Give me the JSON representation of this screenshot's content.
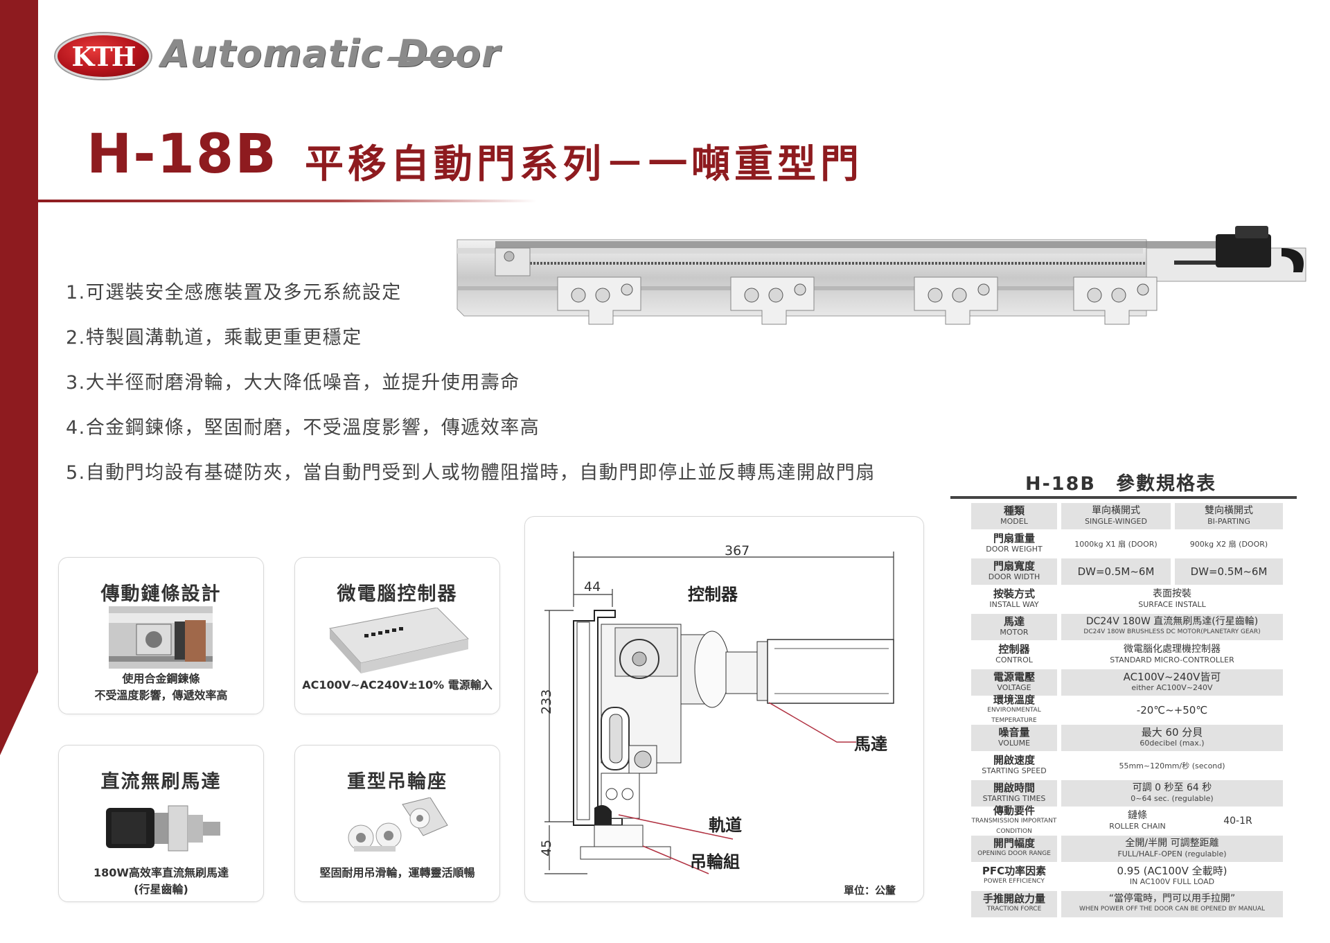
{
  "brand": {
    "logo_letters": "KTH",
    "logo_text": "Automatic Door",
    "brand_red": "#8e1b1f"
  },
  "title": {
    "model": "H-18B",
    "name": "平移自動門系列－一噸重型門"
  },
  "features": [
    "1.可選裝安全感應裝置及多元系統設定",
    "2.特製圓溝軌道，乘載更重更穩定",
    "3.大半徑耐磨滑輪，大大降低噪音，並提升使用壽命",
    "4.合金鋼鍊條，堅固耐磨，不受溫度影響，傳遞效率高",
    "5.自動門均設有基礎防夾，當自動門受到人或物體阻擋時，自動門即停止並反轉馬達開啟門扇"
  ],
  "cards": {
    "chain": {
      "title": "傳動鏈條設計",
      "caption_line1": "使用合金鋼鍊條",
      "caption_line2": "不受溫度影響，傳遞效率高"
    },
    "controller": {
      "title": "微電腦控制器",
      "caption_line1": "AC100V~AC240V±10% 電源輸入"
    },
    "motor": {
      "title": "直流無刷馬達",
      "caption_line1": "180W高效率直流無刷馬達",
      "caption_line2": "(行星齒輪)"
    },
    "hanger": {
      "title": "重型吊輪座",
      "caption_line1": "堅固耐用吊滑輪，運轉靈活順暢"
    }
  },
  "diagram": {
    "dim_width": "367",
    "dim_offset": "44",
    "dim_height": "233",
    "dim_bottom": "45",
    "label_controller": "控制器",
    "label_motor": "馬達",
    "label_track": "軌道",
    "label_hanger": "吊輪組",
    "unit": "單位：公釐"
  },
  "spec": {
    "title": "H-18B　參數規格表",
    "rows": [
      {
        "cn": "種類",
        "en": "MODEL",
        "v1": "單向橫開式",
        "v1b": "SINGLE-WINGED",
        "v2": "雙向橫開式",
        "v2b": "BI-PARTING"
      },
      {
        "cn": "門扇重量",
        "en": "DOOR WEIGHT",
        "v1": "1000kg X1 扇 (DOOR)",
        "v2": "900kg X2 扇 (DOOR)"
      },
      {
        "cn": "門扇寬度",
        "en": "DOOR WIDTH",
        "v1": "DW=0.5M~6M",
        "v2": "DW=0.5M~6M"
      },
      {
        "cn": "按裝方式",
        "en": "INSTALL WAY",
        "v": "表面按裝",
        "vb": "SURFACE INSTALL"
      },
      {
        "cn": "馬達",
        "en": "MOTOR",
        "v": "DC24V 180W 直流無刷馬達(行星齒輪)",
        "vb": "DC24V 180W BRUSHLESS DC MOTOR(PLANETARY GEAR)"
      },
      {
        "cn": "控制器",
        "en": "CONTROL",
        "v": "微電腦化處理機控制器",
        "vb": "STANDARD  MICRO-CONTROLLER"
      },
      {
        "cn": "電源電壓",
        "en": "VOLTAGE",
        "v": "AC100V~240V皆可",
        "vb": "either AC100V~240V"
      },
      {
        "cn": "環境溫度",
        "en": "ENVIRONMENTAL TEMPERATURE",
        "v": "-20℃~+50℃"
      },
      {
        "cn": "噪音量",
        "en": "VOLUME",
        "v": "最大 60 分貝",
        "vb": "60decibel (max.)"
      },
      {
        "cn": "開啟速度",
        "en": "STARTING SPEED",
        "v": "55mm~120mm/秒 (second)"
      },
      {
        "cn": "開啟時間",
        "en": "STARTING TIMES",
        "v": "可調 0 秒至 64 秒",
        "vb": "0~64 sec. (regulable)"
      },
      {
        "cn": "傳動要件",
        "en": "TRANSMISSION IMPORTANT CONDITION",
        "v": "鏈條",
        "vb": "ROLLER CHAIN",
        "vx": "40-1R"
      },
      {
        "cn": "開門幅度",
        "en": "OPENING DOOR RANGE",
        "v": "全開/半開 可調整距離",
        "vb": "FULL/HALF-OPEN (regulable)"
      },
      {
        "cn": "PFC功率因素",
        "en": "POWER EFFICIENCY",
        "v": "0.95 (AC100V 全載時)",
        "vb": "IN AC100V FULL LOAD"
      },
      {
        "cn": "手推開啟力量",
        "en": "TRACTION FORCE",
        "v": "“當停電時，門可以用手拉開”",
        "vb": "WHEN POWER OFF THE DOOR CAN BE OPENED BY MANUAL"
      }
    ]
  }
}
